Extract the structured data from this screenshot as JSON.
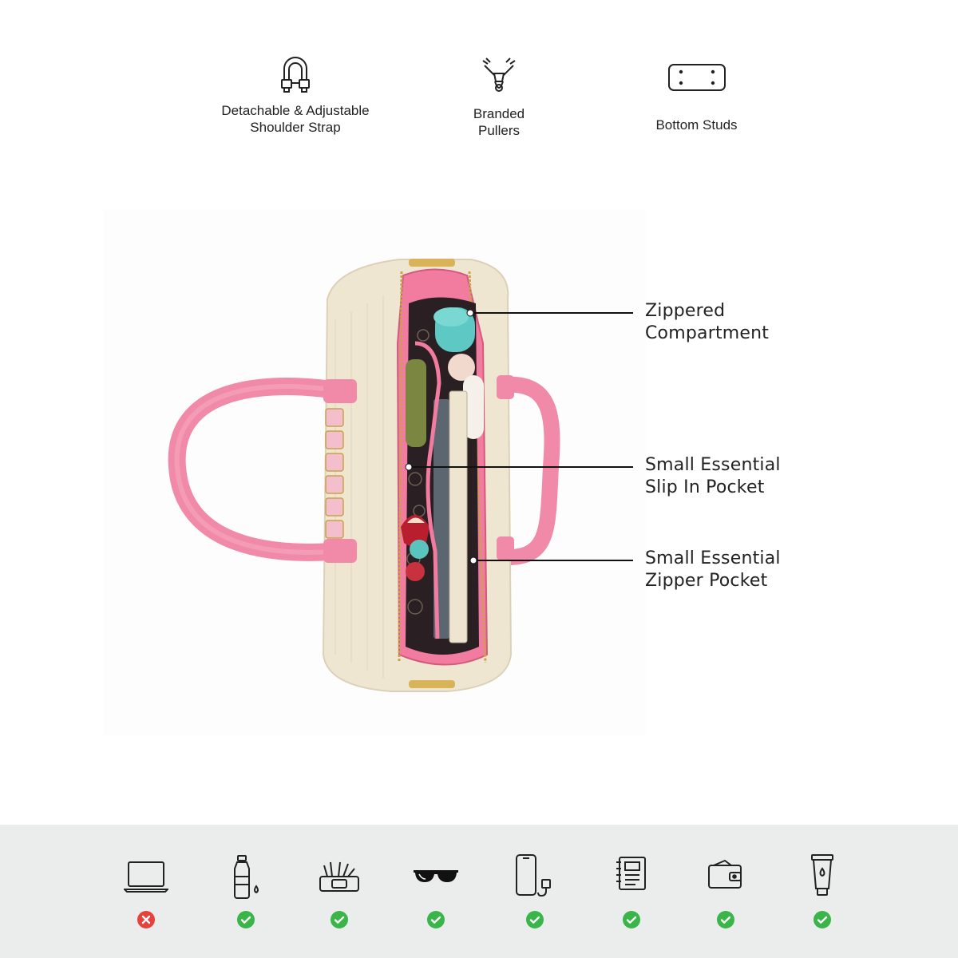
{
  "features": [
    {
      "label": "Detachable & Adjustable\nShoulder Strap",
      "icon": "shoulder-strap-icon"
    },
    {
      "label": "Branded\nPullers",
      "icon": "zipper-puller-icon"
    },
    {
      "label": "Bottom Studs",
      "icon": "bottom-studs-icon"
    }
  ],
  "callouts": [
    {
      "label": "Zippered\nCompartment"
    },
    {
      "label": "Small Essential\nSlip In Pocket"
    },
    {
      "label": "Small Essential\nZipper Pocket"
    }
  ],
  "compatibility": [
    {
      "item": "laptop-icon",
      "fits": false
    },
    {
      "item": "water-bottle-icon",
      "fits": true
    },
    {
      "item": "makeup-kit-icon",
      "fits": true
    },
    {
      "item": "sunglasses-icon",
      "fits": true
    },
    {
      "item": "phone-charger-icon",
      "fits": true
    },
    {
      "item": "notebook-icon",
      "fits": true
    },
    {
      "item": "wallet-icon",
      "fits": true
    },
    {
      "item": "lotion-tube-icon",
      "fits": true
    }
  ],
  "colors": {
    "accent_pink": "#f08aa8",
    "canvas_beige": "#efe6d2",
    "fits_green": "#39b54a",
    "not_fits_red": "#e8413c",
    "bar_background": "#ebedec"
  }
}
